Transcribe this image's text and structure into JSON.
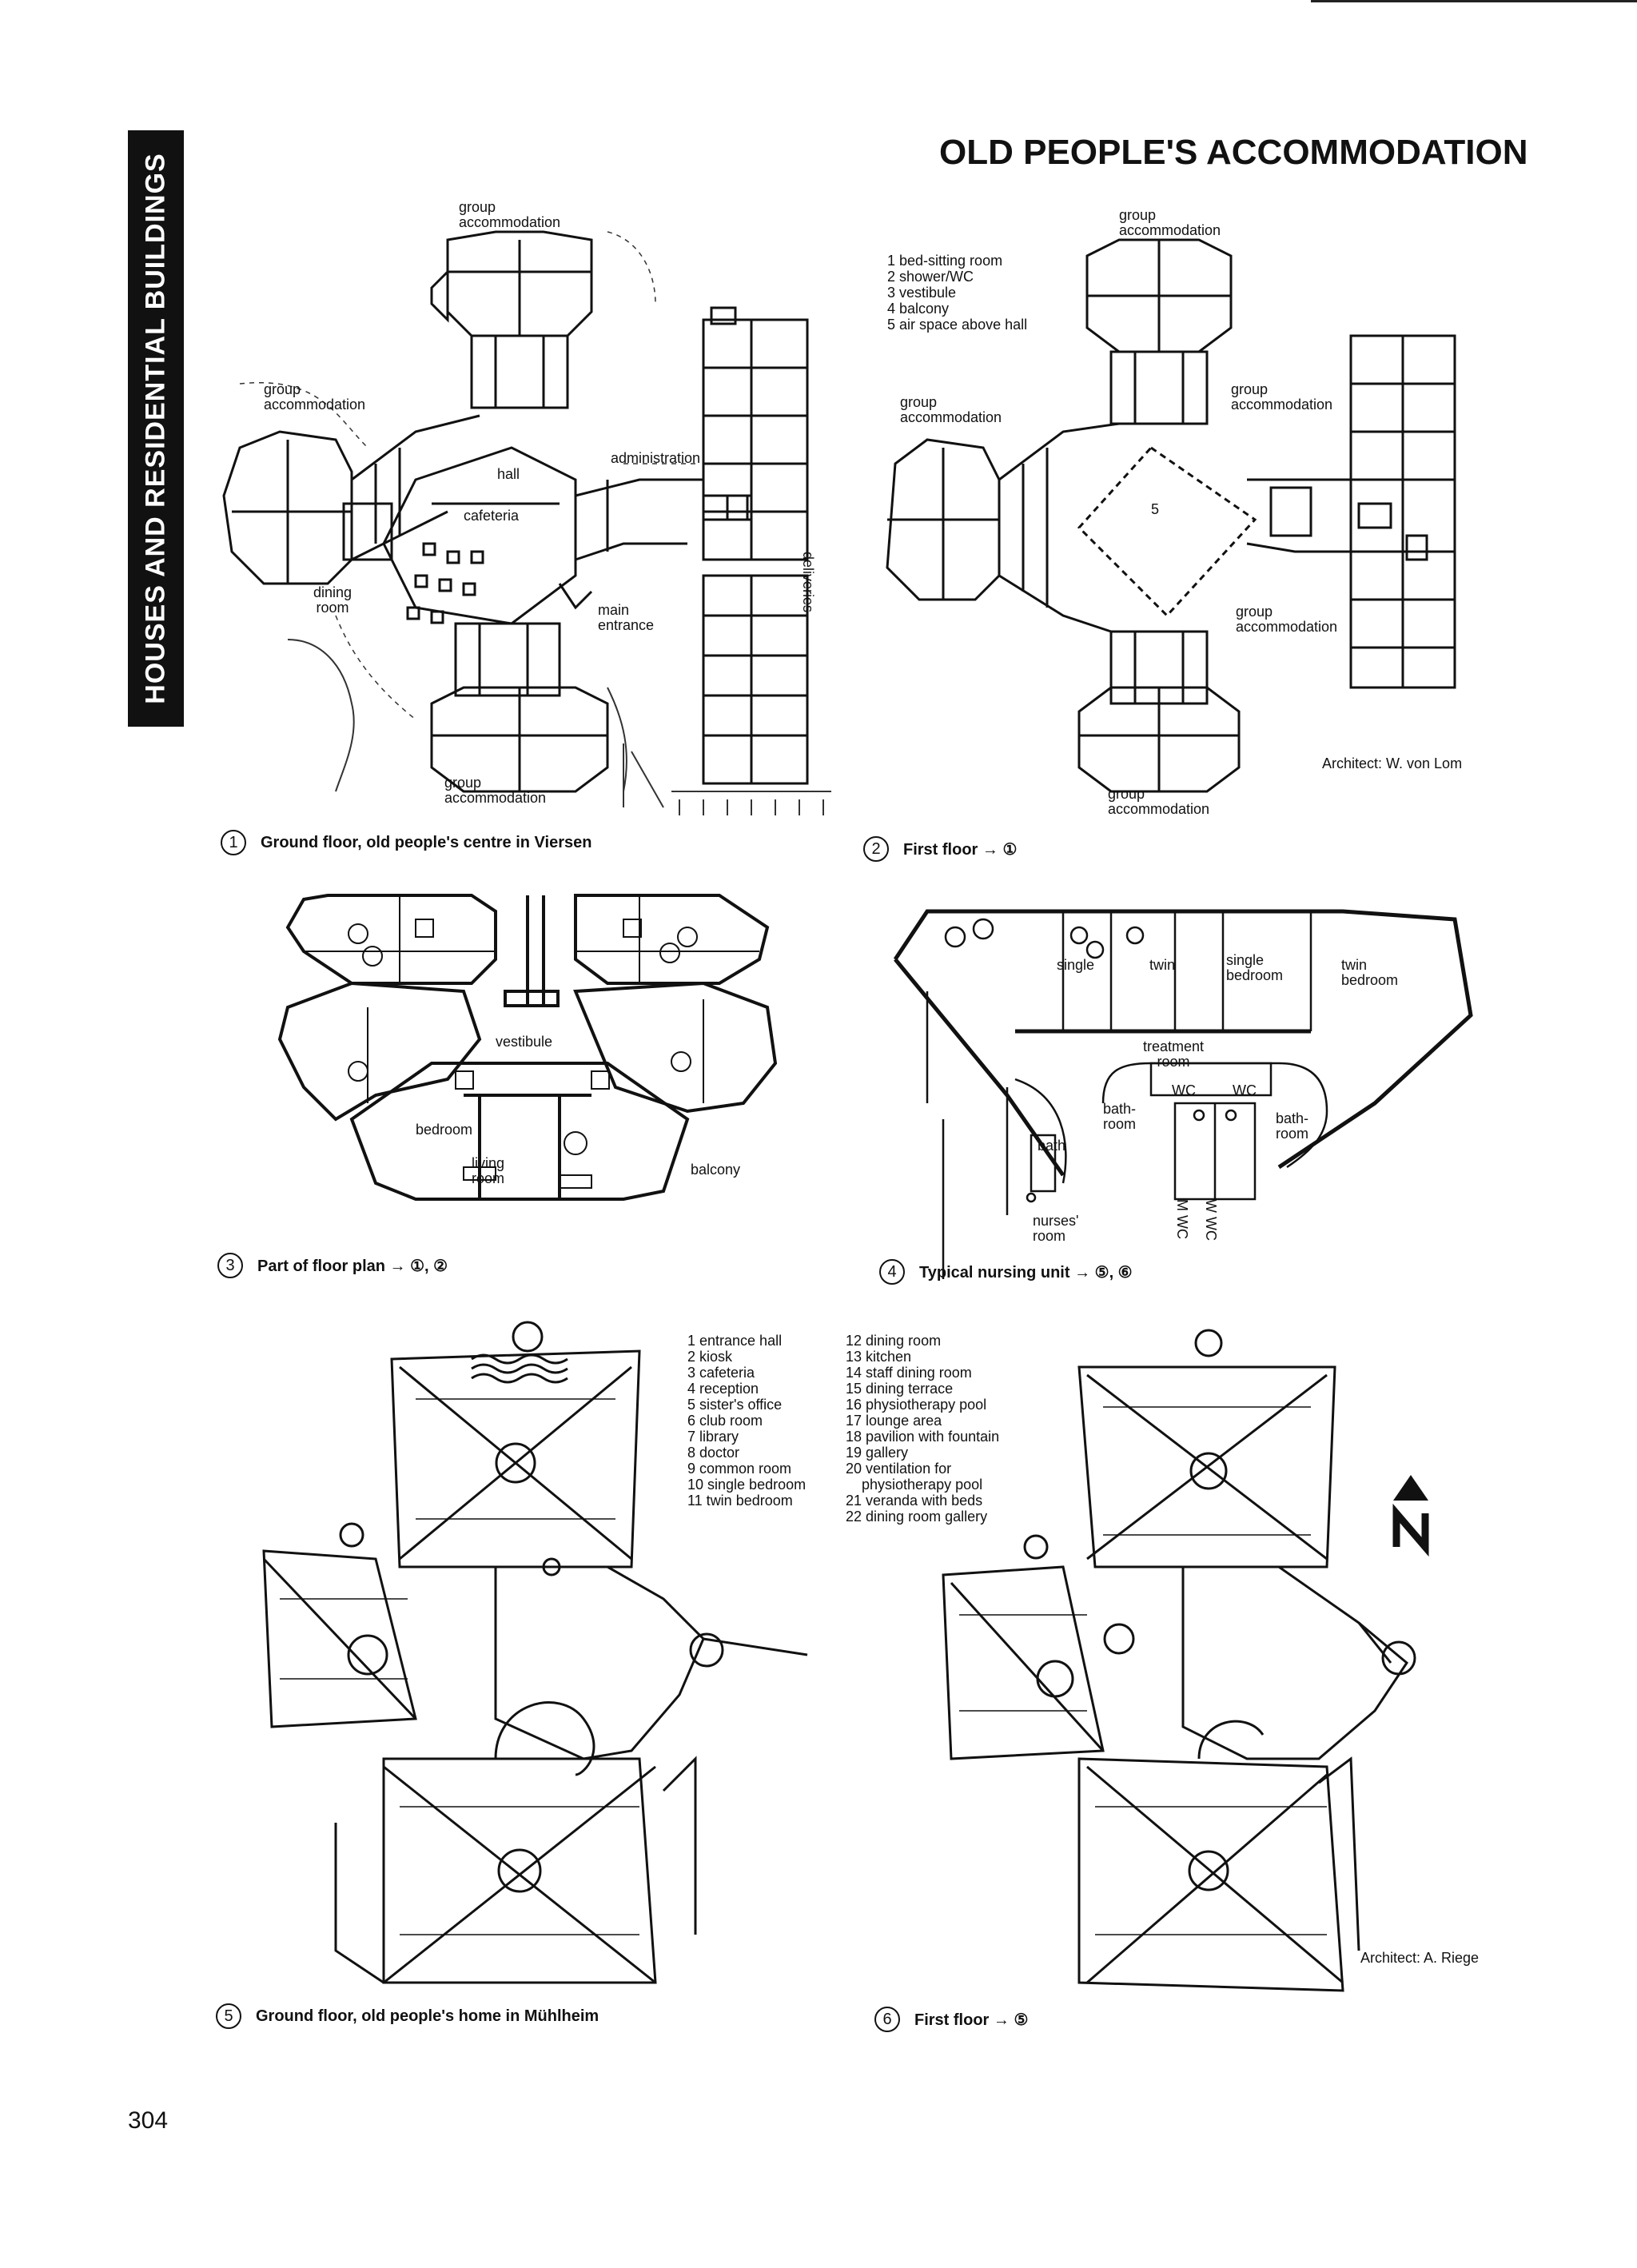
{
  "header": {
    "title": "OLD PEOPLE'S ACCOMMODATION",
    "sidebar_label": "HOUSES AND RESIDENTIAL BUILDINGS"
  },
  "page_number": "304",
  "figures": {
    "fig1": {
      "number": "1",
      "caption": "Ground floor, old people's centre in Viersen",
      "labels": {
        "group_top": "group\naccommodation",
        "group_left": "group\naccommodation",
        "group_bottom": "group\naccommodation",
        "administration": "administration",
        "hall": "hall",
        "cafeteria": "cafeteria",
        "dining_room": "dining\nroom",
        "main_entrance": "main\nentrance",
        "deliveries": "deliveries"
      }
    },
    "fig2": {
      "number": "2",
      "caption": "First floor → ①",
      "legend": [
        "1 bed-sitting room",
        "2 shower/WC",
        "3 vestibule",
        "4 balcony",
        "5 air space above hall"
      ],
      "labels": {
        "group_top": "group\naccommodation",
        "group_left": "group\naccommodation",
        "group_right_top": "group\naccommodation",
        "group_right_bottom": "group\naccommodation",
        "group_bottom": "group\naccommodation",
        "five": "5"
      },
      "architect": "Architect: W. von Lom"
    },
    "fig3": {
      "number": "3",
      "caption": "Part of floor plan → ①, ②",
      "labels": {
        "vestibule": "vestibule",
        "bedroom": "bedroom",
        "living_room": "living\nroom",
        "balcony": "balcony"
      }
    },
    "fig4": {
      "number": "4",
      "caption": "Typical nursing unit → ⑤, ⑥",
      "labels": {
        "single": "single",
        "twin": "twin",
        "single_bedroom": "single\nbedroom",
        "twin_bedroom": "twin\nbedroom",
        "treatment_room": "treatment\nroom",
        "wc1": "WC",
        "wc2": "WC",
        "bathroom_left": "bath-\nroom",
        "bathroom_right": "bath-\nroom",
        "bath": "bath",
        "nurses_room": "nurses'\nroom",
        "m_wc": "M WC",
        "w_wc": "W WC"
      }
    },
    "fig5": {
      "number": "5",
      "caption": "Ground floor, old people's home in Mühlheim",
      "legend": [
        "1 entrance hall",
        "2 kiosk",
        "3 cafeteria",
        "4 reception",
        "5 sister's office",
        "6 club room",
        "7 library",
        "8 doctor",
        "9 common room",
        "10 single bedroom",
        "11 twin bedroom"
      ]
    },
    "fig6": {
      "number": "6",
      "caption": "First floor → ⑤",
      "legend": [
        "12 dining room",
        "13 kitchen",
        "14 staff dining room",
        "15 dining terrace",
        "16 physiotherapy pool",
        "17 lounge area",
        "18 pavilion with fountain",
        "19 gallery",
        "20 ventilation for",
        "    physiotherapy pool",
        "21 veranda with beds",
        "22 dining room gallery"
      ],
      "architect": "Architect: A. Riege"
    }
  }
}
